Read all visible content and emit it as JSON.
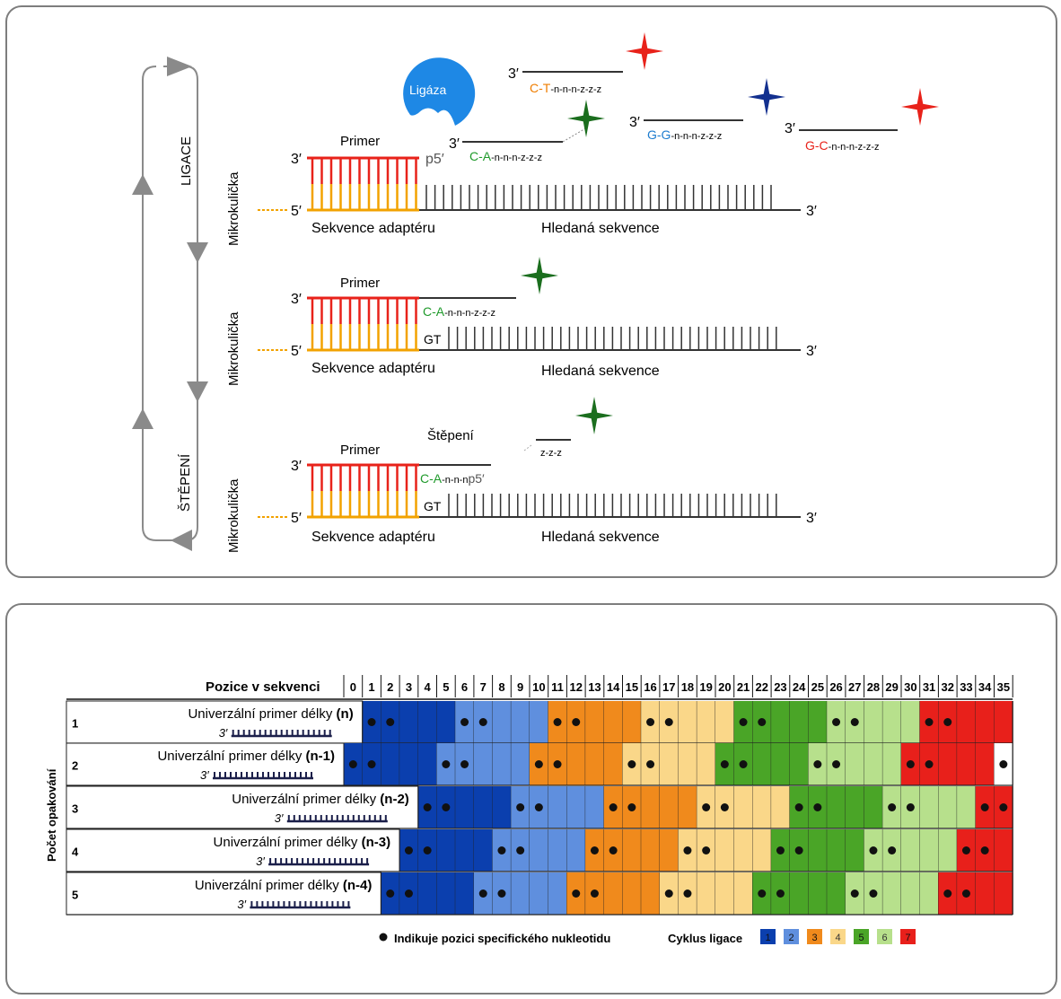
{
  "cycle": {
    "ligation_label": "LIGACE",
    "cleavage_label": "ŠTĚPENÍ"
  },
  "bead_label": "Mikrokulička",
  "primer_label": "Primer",
  "adapter_label": "Sekvence adaptéru",
  "target_label": "Hledaná sekvence",
  "end3": "3′",
  "end5": "5′",
  "p5": "p5′",
  "ligase_label": "Ligáza",
  "cleavage_label": "Štěpení",
  "gt_label": "GT",
  "probes": [
    {
      "prefix": "C-T",
      "suffix": "-n-n-n-z-z-z",
      "color": "#ef7d00",
      "star": "#e8221a"
    },
    {
      "prefix": "C-A",
      "suffix": "-n-n-n-z-z-z",
      "color": "#1f9a2b",
      "star": "#1b6e1e"
    },
    {
      "prefix": "G-G",
      "suffix": "-n-n-n-z-z-z",
      "color": "#1d7ccf",
      "star": "#13308f"
    },
    {
      "prefix": "G-C",
      "suffix": "-n-n-n-z-z-z",
      "color": "#e8221a",
      "star": "#e8221a"
    }
  ],
  "row2_probe": {
    "prefix": "C-A",
    "suffix": "-n-n-n-z-z-z"
  },
  "row3_probe": {
    "prefix": "C-A",
    "suffix": "-n-n-n"
  },
  "row3_fragment": "z-z-z",
  "table": {
    "header": "Pozice v sekvenci",
    "positions": [
      "0",
      "1",
      "2",
      "3",
      "4",
      "5",
      "6",
      "7",
      "8",
      "9",
      "10",
      "11",
      "12",
      "13",
      "14",
      "15",
      "16",
      "17",
      "18",
      "19",
      "20",
      "21",
      "22",
      "23",
      "24",
      "25",
      "26",
      "27",
      "28",
      "29",
      "30",
      "31",
      "32",
      "33",
      "34",
      "35"
    ],
    "y_axis_label": "Počet opakování",
    "rows": [
      {
        "num": "1",
        "text": "Univerzální primer délky",
        "n": "(n)",
        "start": 1
      },
      {
        "num": "2",
        "text": "Univerzální primer délky",
        "n": "(n-1)",
        "start": 0
      },
      {
        "num": "3",
        "text": "Univerzální primer délky",
        "n": "(n-2)",
        "start": 4
      },
      {
        "num": "4",
        "text": "Univerzální primer délky",
        "n": "(n-3)",
        "start": 3
      },
      {
        "num": "5",
        "text": "Univerzální primer délky",
        "n": "(n-4)",
        "start": 2
      }
    ],
    "legend_dot_text": "Indikuje pozici specifického nukleotidu",
    "legend_cycle_label": "Cyklus ligace",
    "cycle_colors": [
      "#0b3fae",
      "#5f8fde",
      "#f08a1c",
      "#fad789",
      "#4aa527",
      "#b7e08c",
      "#e8201b"
    ],
    "cycle_numbers": [
      "1",
      "2",
      "3",
      "4",
      "5",
      "6",
      "7"
    ]
  }
}
